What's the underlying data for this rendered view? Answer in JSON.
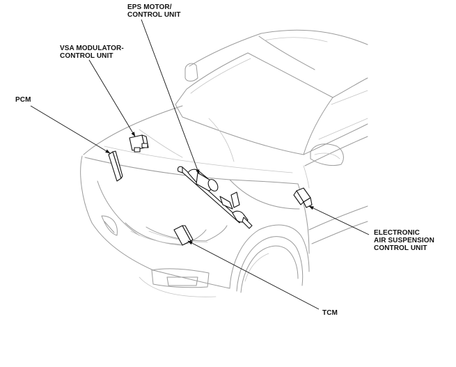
{
  "labels": {
    "eps_line1": "EPS MOTOR/",
    "eps_line2": "CONTROL UNIT",
    "vsa_line1": "VSA MODULATOR-",
    "vsa_line2": "CONTROL UNIT",
    "pcm": "PCM",
    "eas_line1": "ELECTRONIC",
    "eas_line2": "AIR SUSPENSION",
    "eas_line3": "CONTROL UNIT",
    "tcm": "TCM"
  },
  "colors": {
    "vehicle_outline": "#9a9a9a",
    "component": "#111111",
    "leader_line": "#111111",
    "text": "#111111"
  }
}
